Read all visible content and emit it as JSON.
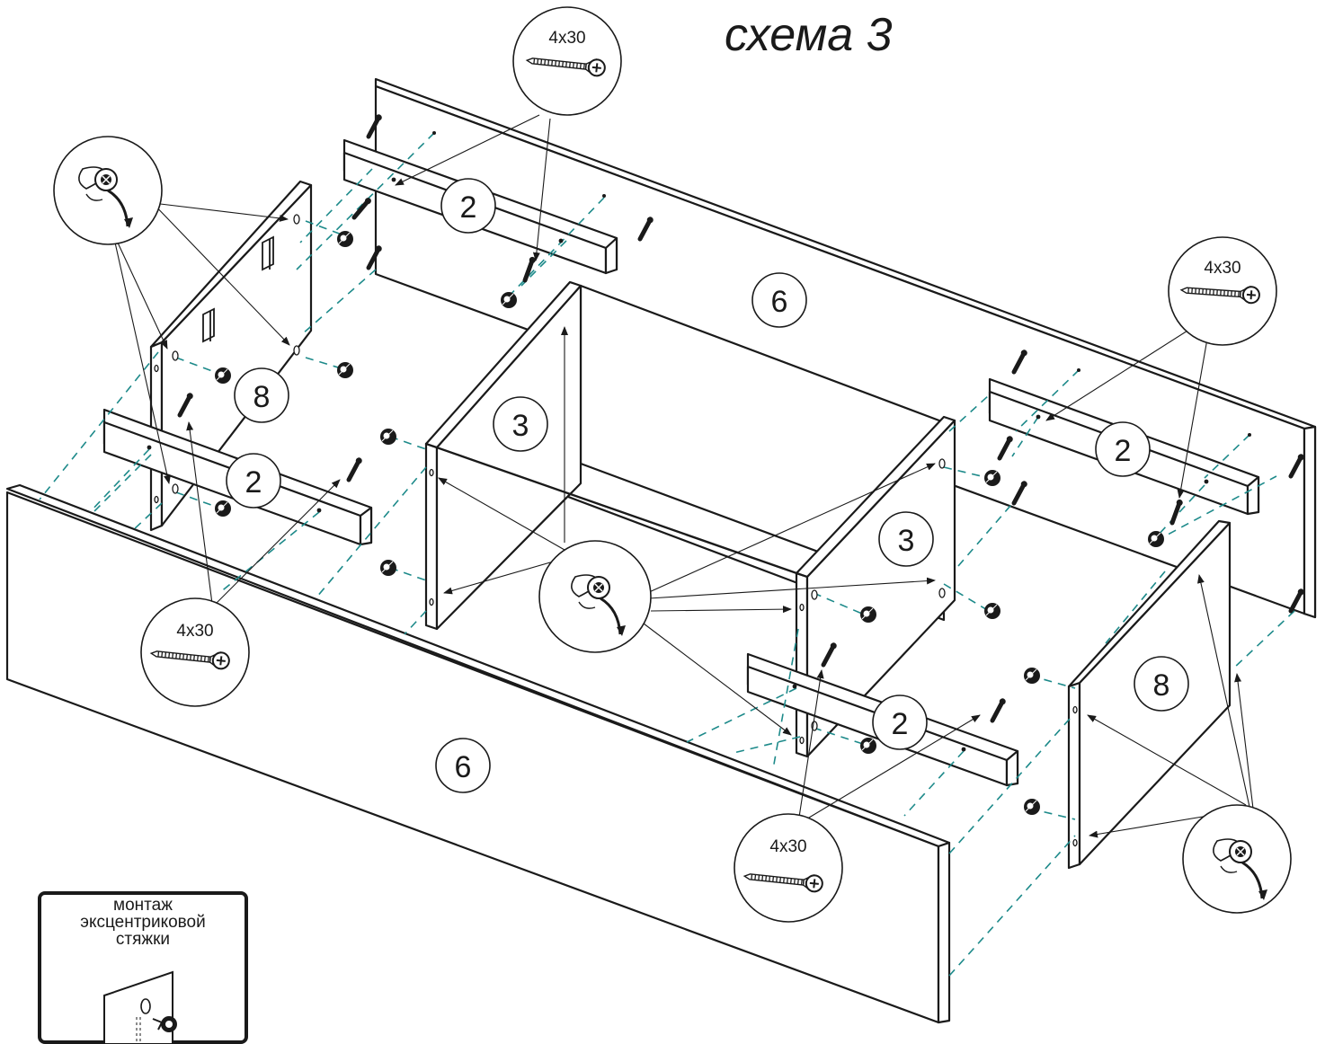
{
  "title": "схема 3",
  "part_labels": {
    "p6_back": "6",
    "p6_front": "6",
    "p3_left": "3",
    "p3_right": "3",
    "p8_left": "8",
    "p8_right": "8",
    "p2_top_left": "2",
    "p2_left": "2",
    "p2_top_right": "2",
    "p2_right": "2"
  },
  "screw_callouts": {
    "top": "4x30",
    "right": "4x30",
    "left": "4x30",
    "bottom": "4x30"
  },
  "legend": {
    "line1": "монтаж",
    "line2": "эксцентриковой",
    "line3": "стяжки"
  },
  "colors": {
    "ink": "#1a1a1a",
    "guide": "#1d8a8a"
  }
}
